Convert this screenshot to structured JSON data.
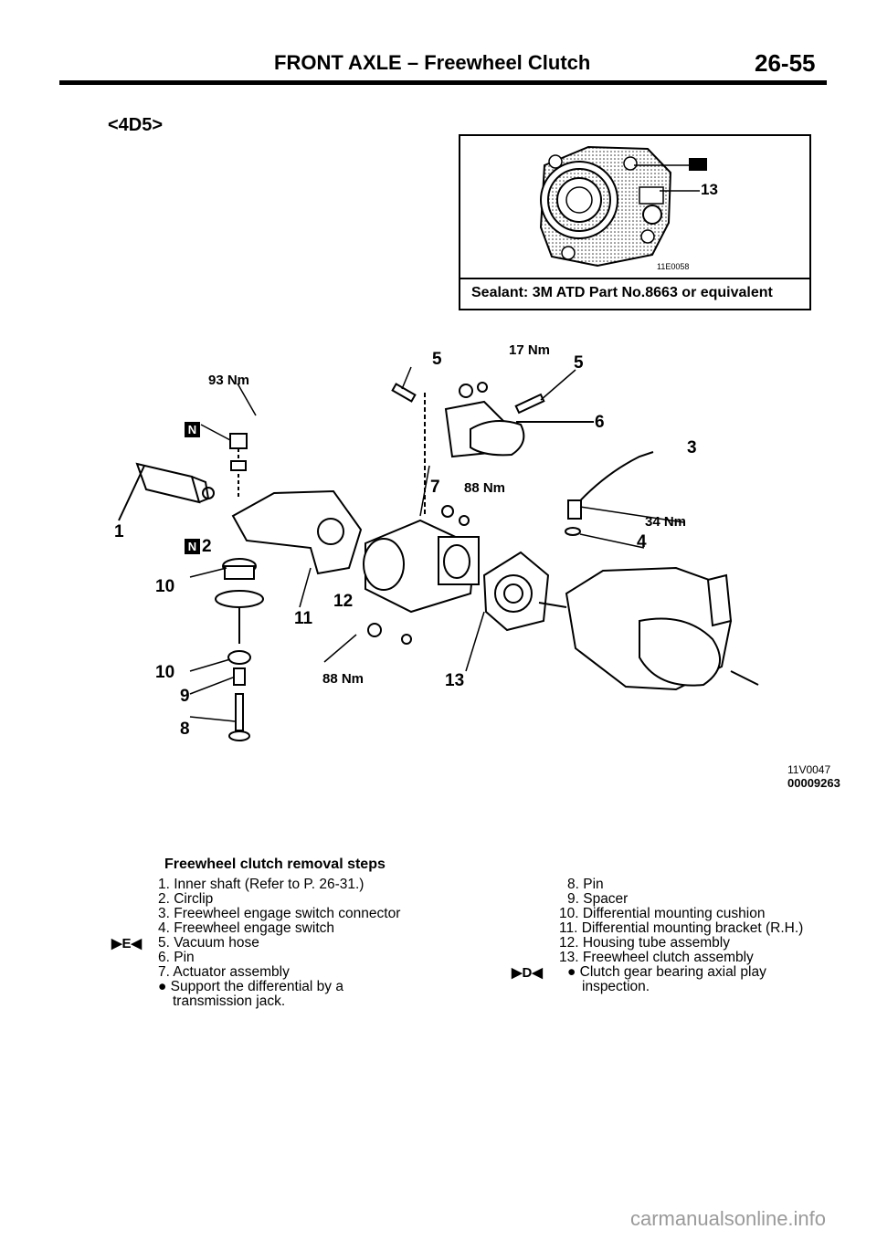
{
  "header": {
    "title": "FRONT AXLE – Freewheel Clutch",
    "page": "26-55"
  },
  "variant": "<4D5>",
  "inset": {
    "callout": "13",
    "code": "11E0058",
    "sealant": "Sealant: 3M ATD Part No.8663 or equivalent"
  },
  "figure": {
    "labels": [
      "1",
      "2",
      "3",
      "4",
      "5",
      "5",
      "6",
      "7",
      "8",
      "9",
      "10",
      "10",
      "11",
      "12",
      "13"
    ],
    "torques": [
      "93 Nm",
      "17 Nm",
      "88 Nm",
      "34 Nm",
      "88 Nm"
    ],
    "marker": "N",
    "code1": "11V0047",
    "code2": "00009263"
  },
  "steps": {
    "title": "Freewheel clutch removal steps",
    "left": [
      "1. Inner shaft (Refer to P. 26-31.)",
      "2. Circlip",
      "3. Freewheel engage switch connector",
      "4. Freewheel engage switch",
      "5. Vacuum hose",
      "6. Pin",
      "7. Actuator assembly",
      "● Support the differential by a",
      "transmission jack."
    ],
    "right": [
      "8. Pin",
      "9. Spacer",
      "10. Differential mounting cushion",
      "11. Differential mounting bracket (R.H.)",
      "12. Housing tube assembly",
      "13. Freewheel clutch assembly",
      "● Clutch gear bearing axial play",
      "inspection."
    ],
    "mark_e": "▶E◀",
    "mark_d": "▶D◀"
  },
  "watermark": "carmanualsonline.info"
}
